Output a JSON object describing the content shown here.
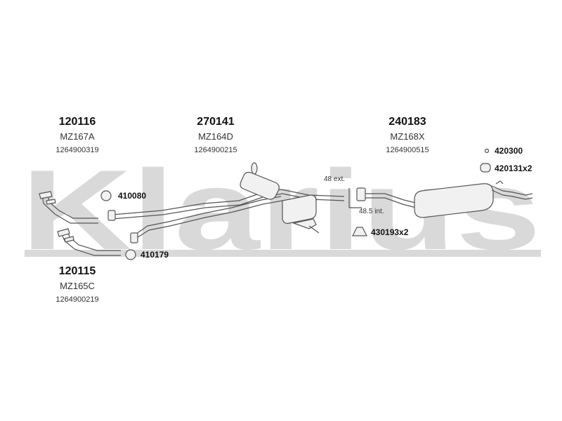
{
  "watermark": "Klarius",
  "parts": [
    {
      "id": "p120116",
      "number": "120116",
      "model": "MZ167A",
      "oe": "1264900319"
    },
    {
      "id": "p270141",
      "number": "270141",
      "model": "MZ164D",
      "oe": "1264900215"
    },
    {
      "id": "p240183",
      "number": "240183",
      "model": "MZ168X",
      "oe": "1264900515"
    },
    {
      "id": "p120115",
      "number": "120115",
      "model": "MZ165C",
      "oe": "1264900219"
    }
  ],
  "hardware": [
    {
      "id": "h410080",
      "label": "410080",
      "icon": "ring-gasket-icon"
    },
    {
      "id": "h410179",
      "label": "410179",
      "icon": "ring-gasket-icon"
    },
    {
      "id": "h430193",
      "label": "430193x2",
      "icon": "clamp-icon"
    },
    {
      "id": "h420300",
      "label": "420300",
      "icon": "bolt-icon"
    },
    {
      "id": "h420131",
      "label": "420131x2",
      "icon": "rubber-mount-icon"
    }
  ],
  "dimensions": {
    "ext": "48 ext.",
    "int": "48.5 int."
  },
  "colors": {
    "watermark": "#d9d9d9",
    "line": "#555555",
    "text": "#111111"
  }
}
